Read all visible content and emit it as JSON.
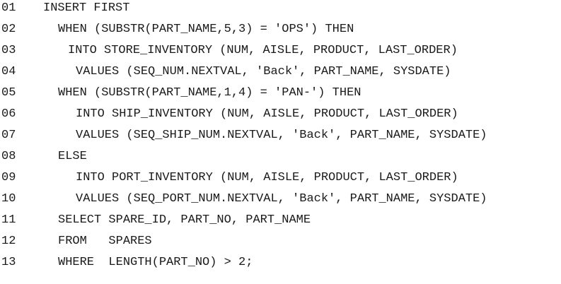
{
  "listing": {
    "lines": [
      {
        "num": "01",
        "text": "INSERT FIRST"
      },
      {
        "num": "02",
        "text": "WHEN (SUBSTR(PART_NAME,5,3) = 'OPS') THEN"
      },
      {
        "num": "03",
        "text": "INTO STORE_INVENTORY (NUM, AISLE, PRODUCT, LAST_ORDER)"
      },
      {
        "num": "04",
        "text": "VALUES (SEQ_NUM.NEXTVAL, 'Back', PART_NAME, SYSDATE)"
      },
      {
        "num": "05",
        "text": "WHEN (SUBSTR(PART_NAME,1,4) = 'PAN-') THEN"
      },
      {
        "num": "06",
        "text": "INTO SHIP_INVENTORY (NUM, AISLE, PRODUCT, LAST_ORDER)"
      },
      {
        "num": "07",
        "text": "VALUES (SEQ_SHIP_NUM.NEXTVAL, 'Back', PART_NAME, SYSDATE)"
      },
      {
        "num": "08",
        "text": "ELSE"
      },
      {
        "num": "09",
        "text": "INTO PORT_INVENTORY (NUM, AISLE, PRODUCT, LAST_ORDER)"
      },
      {
        "num": "10",
        "text": "VALUES (SEQ_PORT_NUM.NEXTVAL, 'Back', PART_NAME, SYSDATE)"
      },
      {
        "num": "11",
        "text": "SELECT SPARE_ID, PART_NO, PART_NAME"
      },
      {
        "num": "12",
        "text": "FROM   SPARES"
      },
      {
        "num": "13",
        "text": "WHERE  LENGTH(PART_NO) > 2;"
      }
    ]
  }
}
